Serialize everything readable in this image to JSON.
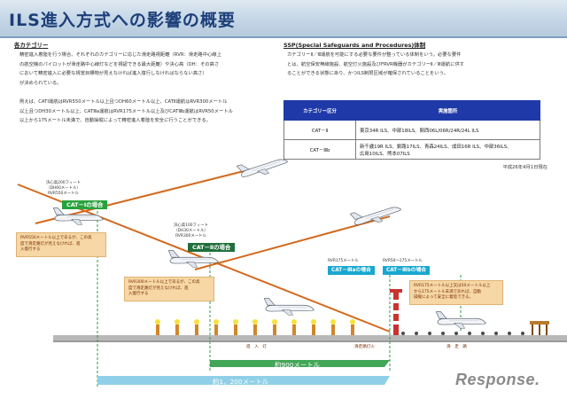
{
  "header": {
    "title": "ILS進入方式への影響の概要"
  },
  "left": {
    "section_title": "各カテゴリー",
    "para1_lines": [
      "精密進入着陸を行う場合、それぞれのカテゴリーに応じた滑走路視距離（RVR：滑走路中心線上",
      "の航空機のパイロットが滑走路中心線灯などを視認できる最大距離）や決心高（DH：その高さ",
      "において精密進入に必要な視覚目標物が見えなければ進入復行しなければならない高さ）",
      "が決められている。"
    ],
    "para2_lines": [
      "例えば、CATⅠ運航はRVR550メートル以上且つDH60メートル以上、CATⅡ運航はRVR300メートル",
      "以上且つDH30メートル以上、CATⅢa運航はRVR175メートル以上及びCATⅢb運航はRVR50メートル",
      "以上から175メートル未満で、自動操縦によって精密進入着陸を安全に行うことができる。"
    ]
  },
  "right": {
    "section_title": "SSP(Special Safeguards and Procedures)体制",
    "para_lines": [
      "カテゴリーⅡ／Ⅲ運航を可能にする必要な要件が整っている体制をいう。必要な要件",
      "とは、航空保安無線施設、航空灯火施設及びFRVR機器がカテゴリーⅡ／Ⅲ運航に供す",
      "ることができる状態にあり、かつILS制限区域が確保されていることをいう。"
    ]
  },
  "table": {
    "headers": [
      "カテゴリー区分",
      "実施箇所"
    ],
    "rows": [
      {
        "cat": "CAT－Ⅱ",
        "places": [
          "東京34R ILS、中部18ILS、関西06L/06R/24R/24L ILS"
        ]
      },
      {
        "cat": "CAT－Ⅲb",
        "places": [
          "新千歳19R ILS、釧路17ILS、青森24ILS、成田16R ILS、中部36ILS、",
          "広島10ILS、熊本07ILS"
        ]
      }
    ]
  },
  "date_note": "平成26年4月1日現在",
  "diagram": {
    "cat1": {
      "badge": "CAT－Ⅰの場合",
      "dh_lines": [
        "決心高200フィート",
        "（DH60メートル）",
        "RVR550メートル"
      ]
    },
    "cat2": {
      "badge": "CAT－Ⅱの場合",
      "dh_lines": [
        "決心高100フィート",
        "（DH30メートル）",
        "RVR300メートル"
      ]
    },
    "cat3a": {
      "badge": "CAT－Ⅲaの場合",
      "rvr": "RVR175メートル"
    },
    "cat3b": {
      "badge": "CAT－Ⅲbの場合",
      "rvr": "RVR50～175メートル"
    },
    "note1_lines": [
      "RVR550メートル以上であるが、この高",
      "度で滑走路灯が見えなければ、進",
      "入復行する"
    ],
    "note2_lines": [
      "RVR300メートル以上であるが、この高",
      "度で滑走路灯が見えなければ、進",
      "入復行する"
    ],
    "note3_lines": [
      "RVR175メートル以上又は50メートル以上",
      "から175メートル未満であれば、自動",
      "操縦によって安全に着陸できる。"
    ],
    "ground_labels": {
      "approach_lights": "進　入　灯",
      "threshold": "滑走路灯火",
      "runway": "滑　走　路"
    },
    "bar_900": "約900メートル",
    "bar_1200": "約1，200メートル"
  },
  "watermark": "Response.",
  "colors": {
    "header_text": "#1d3f78",
    "table_header": "#1f3aa8",
    "green_badge": "#28a23c",
    "dark_green": "#1f6f3a",
    "cyan_badge": "#19a7cf",
    "glide_path": "#d2691e",
    "note_bg": "#f6d7a5"
  }
}
